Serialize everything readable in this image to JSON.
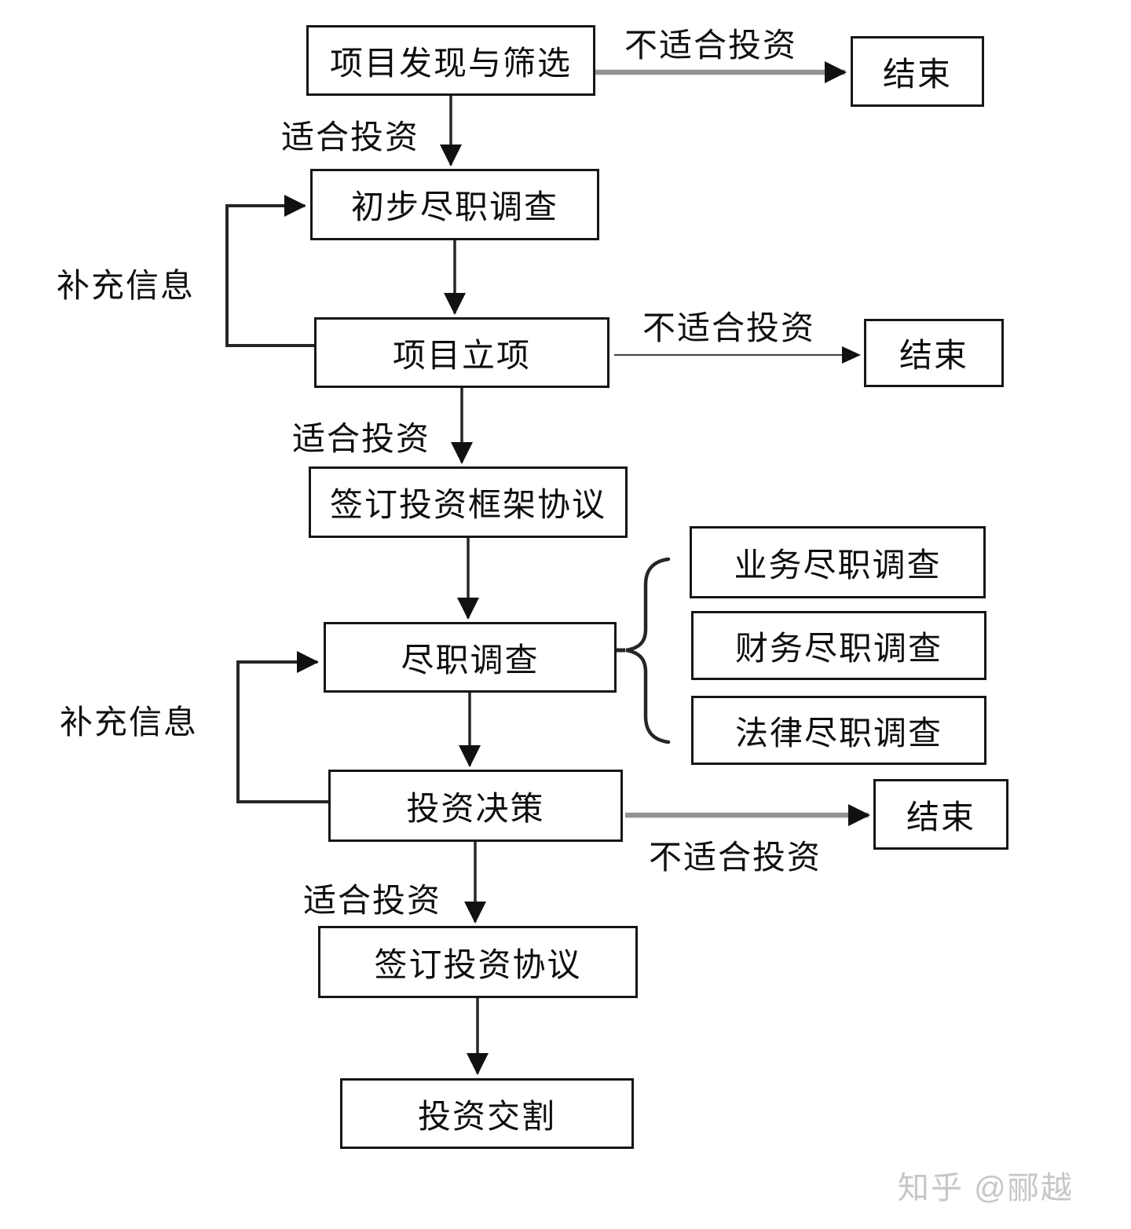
{
  "flowchart": {
    "nodes": {
      "discover": "项目发现与筛选",
      "prelim_dd": "初步尽职调查",
      "approval": "项目立项",
      "framework": "签订投资框架协议",
      "dd": "尽职调查",
      "decision": "投资决策",
      "agreement": "签订投资协议",
      "closing": "投资交割",
      "end": "结束",
      "dd_business": "业务尽职调查",
      "dd_finance": "财务尽职调查",
      "dd_legal": "法律尽职调查"
    },
    "labels": {
      "unfit": "不适合投资",
      "fit": "适合投资",
      "supplement": "补充信息"
    },
    "colors": {
      "line": "#262626",
      "thick_arrow": "#929292",
      "arrowhead": "#111111",
      "box_border": "#161616",
      "watermark": "#c6c6c6"
    }
  },
  "watermark": {
    "text": "知乎 @郦越"
  }
}
